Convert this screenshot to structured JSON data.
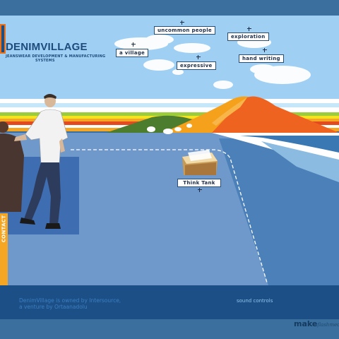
{
  "brand": {
    "name": "DENIMVILLAGE",
    "tagline_1": "JEANSWEAR DEVELOPMENT & MANUFACTURING",
    "tagline_2": "SYSTEMS"
  },
  "tags": {
    "uncommon_people": "uncommon people",
    "exploration": "exploration",
    "a_village": "a village",
    "hand_writing": "hand writing",
    "expressive": "expressive",
    "think_tank": "Think Tank"
  },
  "sidebar": {
    "contact_label": "CONTACT"
  },
  "footer": {
    "ownership_line_1": "DenimVillage is owned by Intersource,",
    "ownership_line_2": "a venture by Ortaanadolu",
    "sound_controls": "sound controls"
  },
  "credit": {
    "make_label": "make",
    "make_suffix": "flashmedia"
  },
  "colors": {
    "sky": "#9fd0f4",
    "ground": "#6f99cb",
    "accent": "#f5a623",
    "brand_navy": "#1e4b7c",
    "footer_band": "#1b4f86"
  }
}
